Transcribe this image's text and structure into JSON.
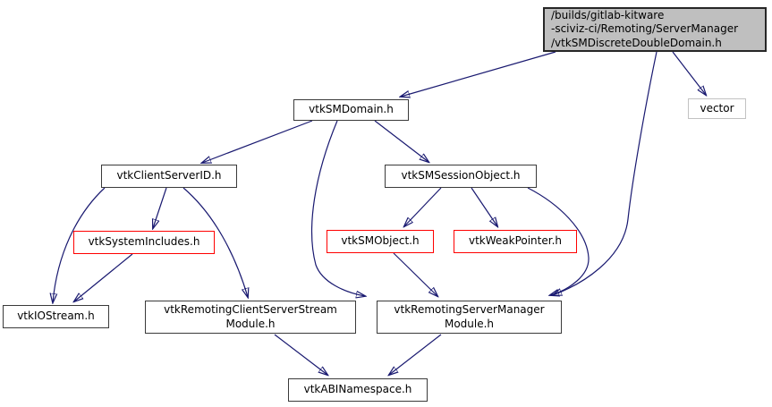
{
  "diagram": {
    "kind": "include-dependency-graph",
    "colors": {
      "edge": "#191970",
      "current_node_fill": "#bfbfbf",
      "truncated_node_border": "#ff0000",
      "external_node_border": "#c2c2c2",
      "node_border": "#3a3a3a",
      "background": "#ffffff"
    },
    "nodes": [
      {
        "id": "main",
        "type": "current",
        "label_lines": [
          "/builds/gitlab-kitware",
          "-sciviz-ci/Remoting/ServerManager",
          "/vtkSMDiscreteDoubleDomain.h"
        ]
      },
      {
        "id": "vector",
        "type": "external",
        "label": "vector"
      },
      {
        "id": "vtkSMDomain.h",
        "type": "linked",
        "label": "vtkSMDomain.h"
      },
      {
        "id": "vtkClientServerID.h",
        "type": "linked",
        "label": "vtkClientServerID.h"
      },
      {
        "id": "vtkSMSessionObject.h",
        "type": "linked",
        "label": "vtkSMSessionObject.h"
      },
      {
        "id": "vtkSystemIncludes.h",
        "type": "truncated",
        "label": "vtkSystemIncludes.h"
      },
      {
        "id": "vtkSMObject.h",
        "type": "truncated",
        "label": "vtkSMObject.h"
      },
      {
        "id": "vtkWeakPointer.h",
        "type": "truncated",
        "label": "vtkWeakPointer.h"
      },
      {
        "id": "vtkIOStream.h",
        "type": "linked",
        "label": "vtkIOStream.h"
      },
      {
        "id": "vtkRemotingClientServerStreamModule.h",
        "type": "linked",
        "label_lines": [
          "vtkRemotingClientServerStream",
          "Module.h"
        ]
      },
      {
        "id": "vtkRemotingServerManagerModule.h",
        "type": "linked",
        "label_lines": [
          "vtkRemotingServerManager",
          "Module.h"
        ]
      },
      {
        "id": "vtkABINamespace.h",
        "type": "linked",
        "label": "vtkABINamespace.h"
      }
    ],
    "edges": [
      {
        "from": "main",
        "to": "vtkSMDomain.h"
      },
      {
        "from": "main",
        "to": "vector"
      },
      {
        "from": "main",
        "to": "vtkRemotingServerManagerModule.h"
      },
      {
        "from": "vtkSMDomain.h",
        "to": "vtkClientServerID.h"
      },
      {
        "from": "vtkSMDomain.h",
        "to": "vtkSMSessionObject.h"
      },
      {
        "from": "vtkSMDomain.h",
        "to": "vtkRemotingServerManagerModule.h"
      },
      {
        "from": "vtkClientServerID.h",
        "to": "vtkIOStream.h"
      },
      {
        "from": "vtkClientServerID.h",
        "to": "vtkSystemIncludes.h"
      },
      {
        "from": "vtkClientServerID.h",
        "to": "vtkRemotingClientServerStreamModule.h"
      },
      {
        "from": "vtkSystemIncludes.h",
        "to": "vtkIOStream.h"
      },
      {
        "from": "vtkSMSessionObject.h",
        "to": "vtkSMObject.h"
      },
      {
        "from": "vtkSMSessionObject.h",
        "to": "vtkWeakPointer.h"
      },
      {
        "from": "vtkSMSessionObject.h",
        "to": "vtkRemotingServerManagerModule.h"
      },
      {
        "from": "vtkSMObject.h",
        "to": "vtkRemotingServerManagerModule.h"
      },
      {
        "from": "vtkRemotingClientServerStreamModule.h",
        "to": "vtkABINamespace.h"
      },
      {
        "from": "vtkRemotingServerManagerModule.h",
        "to": "vtkABINamespace.h"
      }
    ]
  }
}
